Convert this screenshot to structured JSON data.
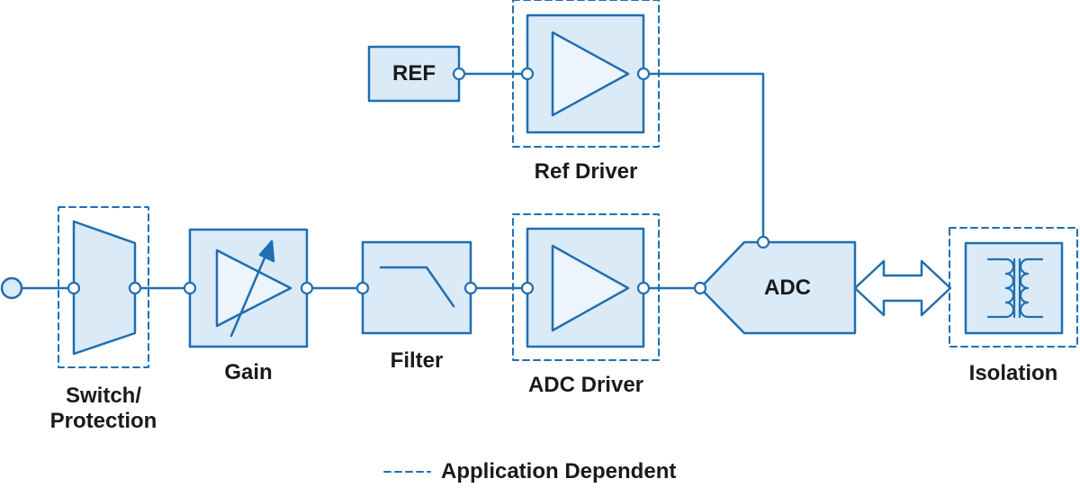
{
  "colors": {
    "stroke": "#1f6fb2",
    "fill": "#dbeaf7",
    "dashed": "#1f6fb2",
    "text": "#1a1a1a"
  },
  "blocks": {
    "ref": "REF",
    "adc": "ADC"
  },
  "labels": {
    "switch_line1": "Switch/",
    "switch_line2": "Protection",
    "gain": "Gain",
    "filter": "Filter",
    "adc_driver": "ADC Driver",
    "ref_driver": "Ref Driver",
    "isolation": "Isolation"
  },
  "legend": {
    "label": "Application Dependent"
  },
  "icons": [
    "input-terminal-icon",
    "mux-switch-icon",
    "variable-gain-amplifier-icon",
    "lowpass-filter-icon",
    "amplifier-icon",
    "bidirectional-arrow-icon",
    "transformer-icon"
  ]
}
